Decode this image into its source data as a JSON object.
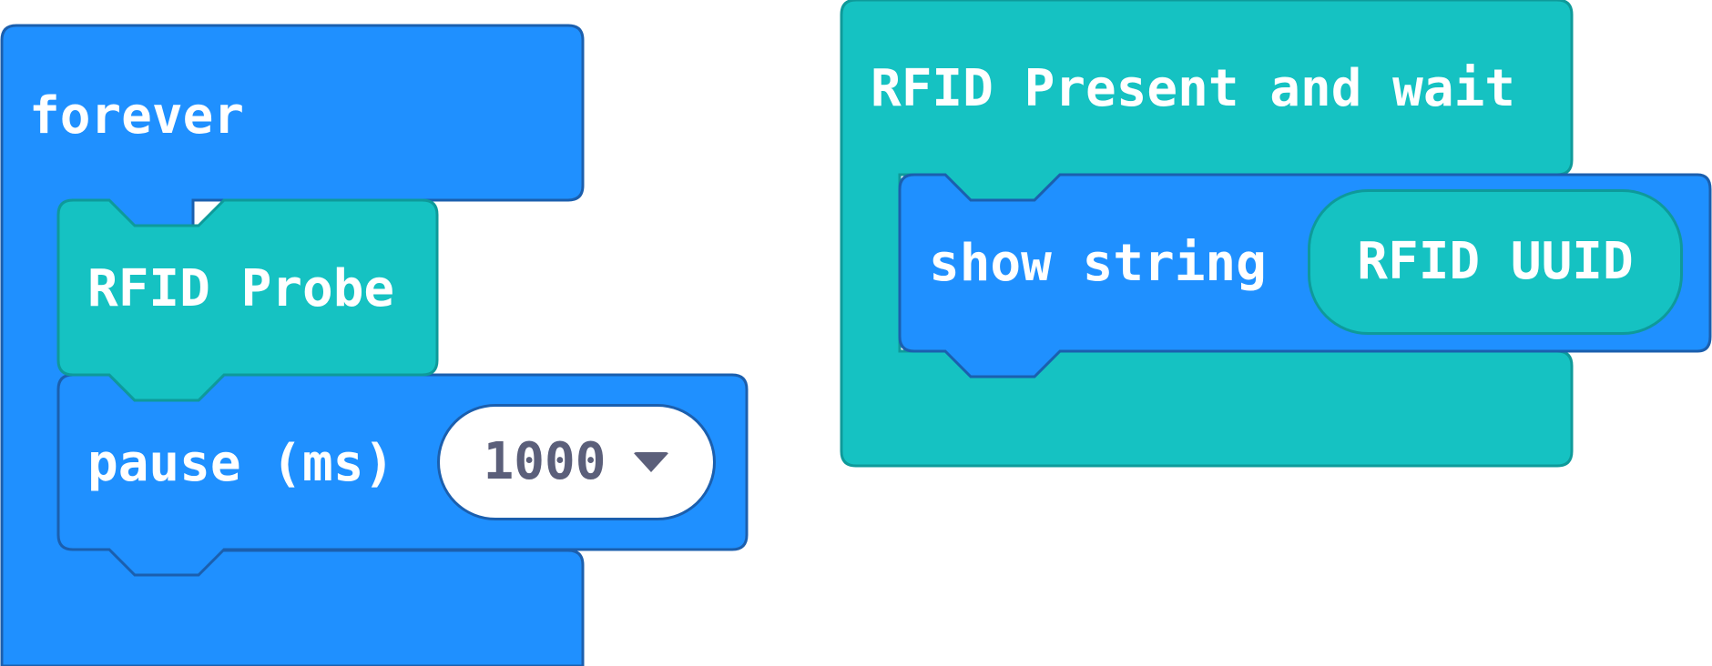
{
  "colors": {
    "control_blue": "#1f90ff",
    "control_blue_border": "#1b5fae",
    "rfid_teal": "#15c2c2",
    "rfid_teal_border": "#0e9a9a",
    "value_text": "#5b5f7a"
  },
  "blocks": {
    "forever": {
      "label": "forever"
    },
    "rfid_probe": {
      "label": "RFID Probe"
    },
    "pause": {
      "label": "pause (ms)",
      "value": "1000",
      "dropdown_icon": "chevron-down-icon"
    },
    "rfid_present": {
      "label": "RFID Present and wait"
    },
    "show_string": {
      "label": "show string",
      "arg_label": "RFID UUID"
    }
  }
}
